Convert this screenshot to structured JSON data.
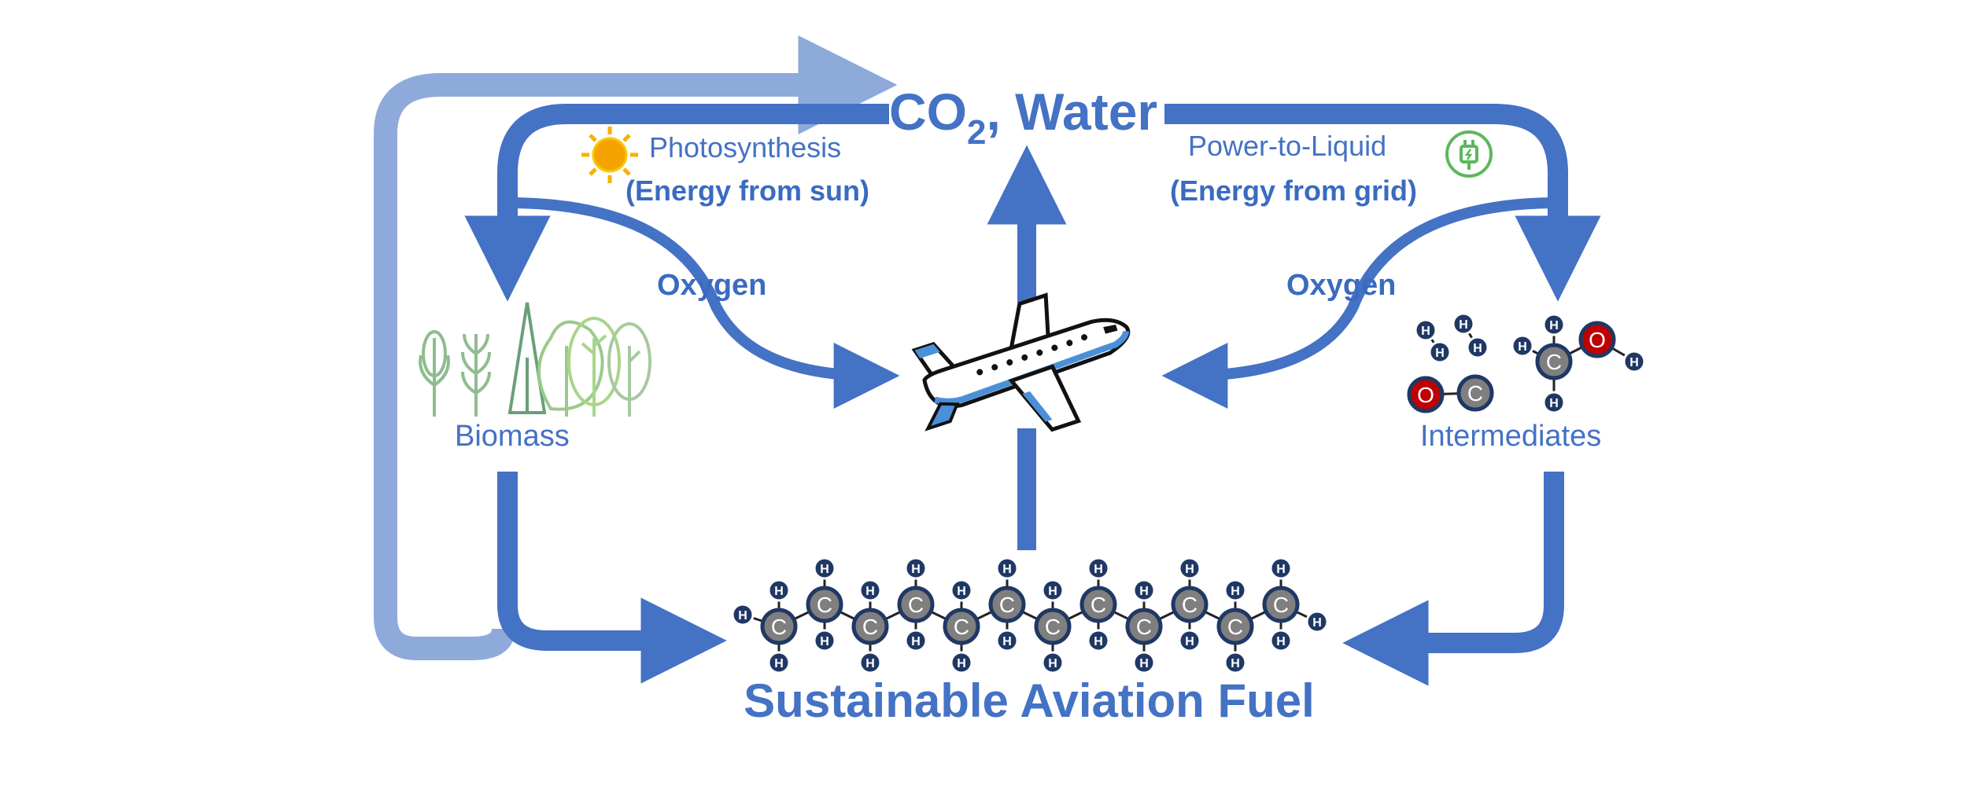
{
  "title_co2_prefix": "CO",
  "title_co2_subscript": "2",
  "title_water": ", Water",
  "photosynthesis": {
    "line1": "Photosynthesis",
    "line2": "(Energy from sun)",
    "icon": "sun-icon"
  },
  "power_to_liquid": {
    "line1": "Power-to-Liquid",
    "line2": "(Energy from grid)",
    "icon": "plug-icon"
  },
  "oxygen_left": "Oxygen",
  "oxygen_right": "Oxygen",
  "biomass_label": "Biomass",
  "intermediates_label": "Intermediates",
  "bottom_title": "Sustainable Aviation Fuel",
  "atom_labels": {
    "hydrogen": "H",
    "carbon": "C",
    "oxygen": "O"
  },
  "colors": {
    "arrow": "#4472C4",
    "arrow_light": "#8EAADB",
    "carbon": "#7F7F7F",
    "oxygen": "#C00000",
    "hydrogen": "#1F3864",
    "sun": "#F9B000",
    "plug": "#5CB85C",
    "plants": "#8FBC8F"
  }
}
